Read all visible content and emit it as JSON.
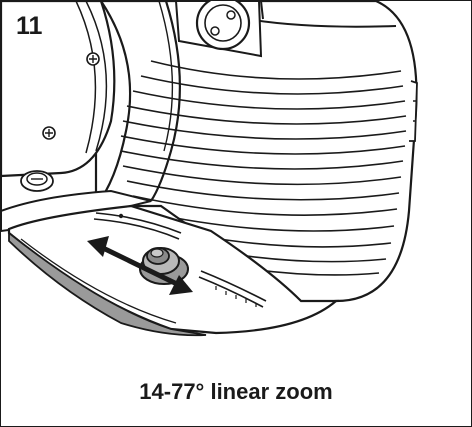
{
  "step_number": "11",
  "caption": "14-77° linear zoom",
  "icons": {
    "direction": "double-headed-arrow",
    "knob": "zoom-adjust-knob",
    "screws": "phillips-screw"
  },
  "colors": {
    "line": "#1a1a1a",
    "background": "#ffffff",
    "shade": "#9a9a9a"
  }
}
